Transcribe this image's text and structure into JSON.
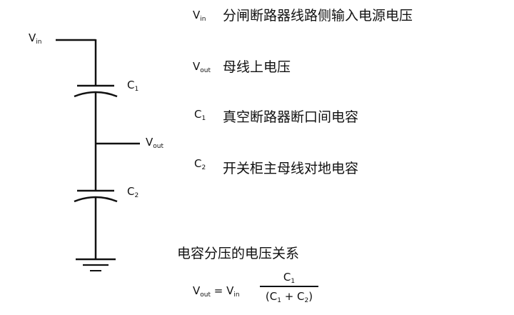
{
  "circuit": {
    "node_vin": "V",
    "node_vin_sub": "in",
    "node_vout": "V",
    "node_vout_sub": "out",
    "c1_label": "C",
    "c1_sub": "1",
    "c2_label": "C",
    "c2_sub": "2"
  },
  "legend": {
    "items": [
      {
        "symbol": "V",
        "sub": "in",
        "desc": "分闸断路器线路侧输入电源电压"
      },
      {
        "symbol": "V",
        "sub": "out",
        "desc": "母线上电压"
      },
      {
        "symbol": "C",
        "sub": "1",
        "desc": "真空断路器断口间电容"
      },
      {
        "symbol": "C",
        "sub": "2",
        "desc": "开关柜主母线对地电容"
      }
    ]
  },
  "formula": {
    "title": "电容分压的电压关系",
    "lhs_v": "V",
    "lhs_sub": "out",
    "equals": " = ",
    "rhs_v": "V",
    "rhs_sub": "in",
    "num_c": "C",
    "num_sub": "1",
    "den_open": "(C",
    "den_sub1": "1",
    "den_plus": " + C",
    "den_sub2": "2",
    "den_close": ")"
  }
}
